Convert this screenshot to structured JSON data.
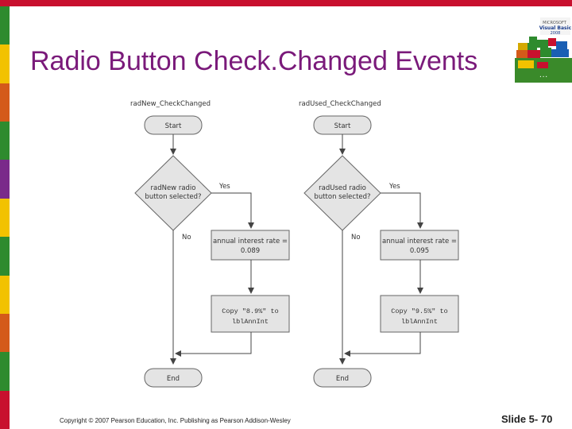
{
  "slide": {
    "title": "Radio Button Check.Changed Events",
    "footer": "Copyright © 2007 Pearson Education, Inc. Publishing as Pearson Addison-Wesley",
    "slide_number": "Slide 5- 70",
    "logo_icon": "visual-basic-2008-book-cover-icon",
    "bar_colors": [
      "#2e8b2e",
      "#f2c200",
      "#d45a1a",
      "#2e8b2e",
      "#7a2a8a",
      "#f2c200",
      "#2e8b2e",
      "#f2c200",
      "#d45a1a",
      "#2e8b2e",
      "#c8102e"
    ]
  },
  "left_chart": {
    "header": "radNew_CheckChanged",
    "start": "Start",
    "decision_line1": "radNew radio",
    "decision_line2": "button selected?",
    "yes": "Yes",
    "no": "No",
    "assign_line1": "annual interest rate =",
    "assign_line2": "0.089",
    "copy_line1": "Copy \"8.9%\" to",
    "copy_line2": "lblAnnInt",
    "end": "End"
  },
  "right_chart": {
    "header": "radUsed_CheckChanged",
    "start": "Start",
    "decision_line1": "radUsed radio",
    "decision_line2": "button selected?",
    "yes": "Yes",
    "no": "No",
    "assign_line1": "annual interest rate =",
    "assign_line2": "0.095",
    "copy_line1": "Copy \"9.5%\" to",
    "copy_line2": "lblAnnInt",
    "end": "End"
  }
}
